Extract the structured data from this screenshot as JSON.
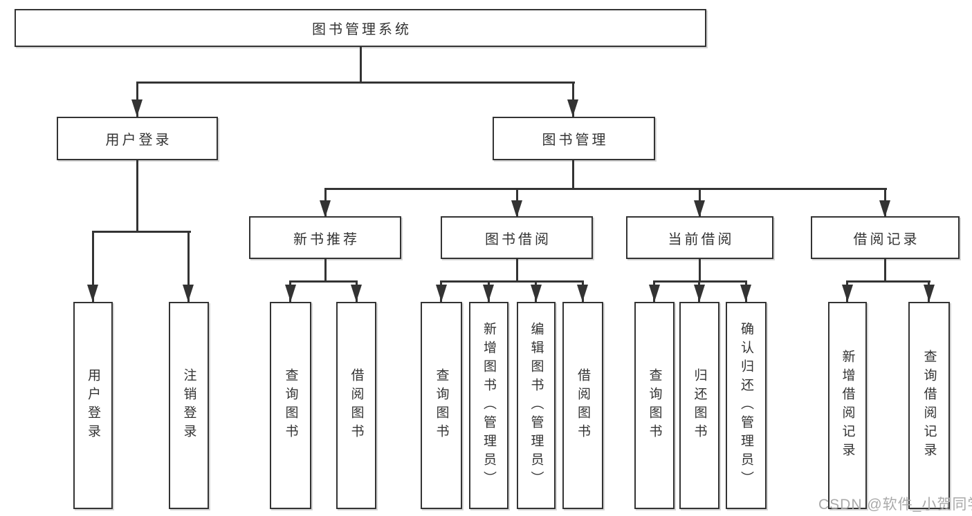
{
  "root": {
    "label": "图书管理系统"
  },
  "branches": [
    {
      "label": "用户登录",
      "children": [
        "用户登录",
        "注销登录"
      ]
    },
    {
      "label": "图书管理",
      "groups": [
        {
          "label": "新书推荐",
          "children": [
            "查询图书",
            "借阅图书"
          ]
        },
        {
          "label": "图书借阅",
          "children": [
            "查询图书",
            "新增图书（管理员）",
            "编辑图书（管理员）",
            "借阅图书"
          ]
        },
        {
          "label": "当前借阅",
          "children": [
            "查询图书",
            "归还图书",
            "确认归还（管理员）"
          ]
        },
        {
          "label": "借阅记录",
          "children": [
            "新增借阅记录",
            "查询借阅记录"
          ]
        }
      ]
    }
  ],
  "watermark": "CSDN @软件_小贺同学",
  "colors": {
    "line": "#333333",
    "text": "#333333",
    "box_bg": "#ffffff",
    "watermark": "#a9a9a9"
  }
}
